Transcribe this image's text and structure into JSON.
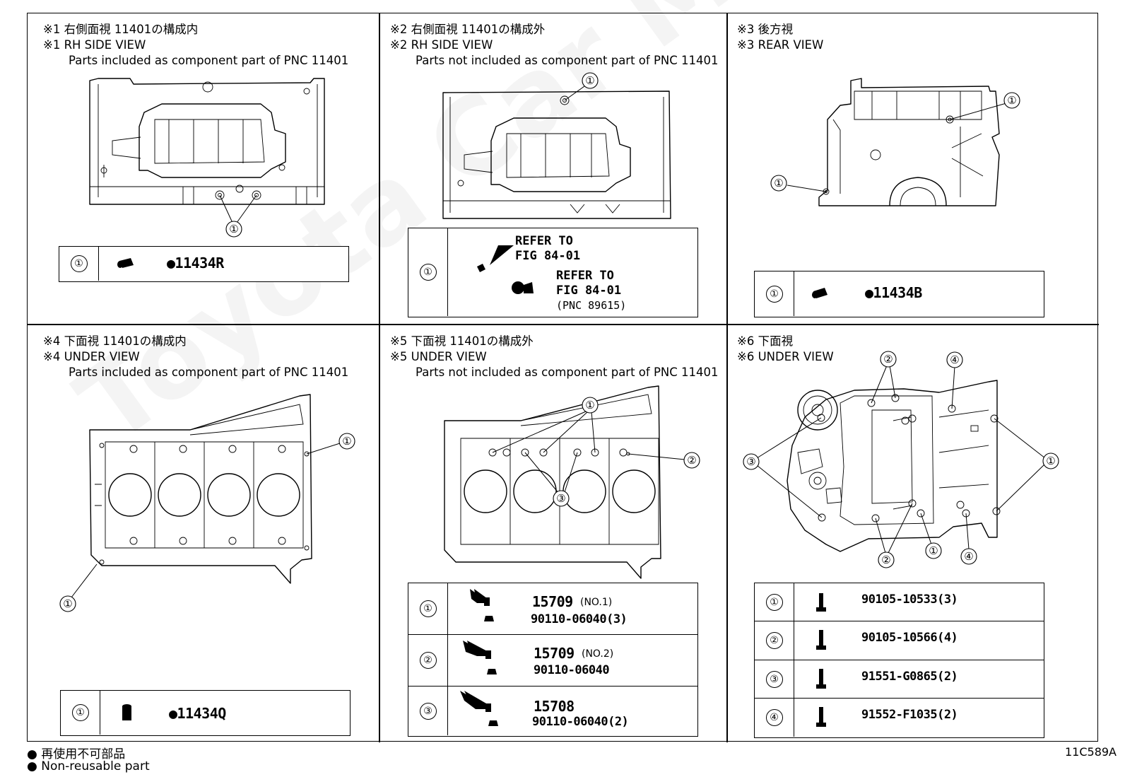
{
  "sections": [
    {
      "ja": "※1 右側面視 11401の構成内",
      "en": "※1 RH SIDE VIEW",
      "note": "Parts included as component part of PNC 11401"
    },
    {
      "ja": "※2 右側面視 11401の構成外",
      "en": "※2 RH SIDE VIEW",
      "note": "Parts not included as component part of PNC 11401"
    },
    {
      "ja": "※3 後方視",
      "en": "※3 REAR VIEW",
      "note": ""
    },
    {
      "ja": "※4 下面視 11401の構成内",
      "en": "※4 UNDER VIEW",
      "note": "Parts included as component part of PNC 11401"
    },
    {
      "ja": "※5 下面視 11401の構成外",
      "en": "※5 UNDER VIEW",
      "note": "Parts not included as component part of PNC 11401"
    },
    {
      "ja": "※6 下面視",
      "en": "※6 UNDER VIEW",
      "note": ""
    }
  ],
  "callouts": {
    "c1": "①",
    "c2": "②",
    "c3": "③",
    "c4": "④"
  },
  "parts": {
    "s1": {
      "p1": "●11434R"
    },
    "s2": {
      "refer1": "REFER TO",
      "fig1": "FIG 84-01",
      "refer2": "REFER TO",
      "fig2": "FIG 84-01",
      "pnc": "(PNC 89615)"
    },
    "s3": {
      "p1": "●11434B"
    },
    "s4": {
      "p1": "●11434Q"
    },
    "s5": {
      "r1_main": "15709",
      "r1_note": "(NO.1)",
      "r1_sub": "90110-06040(3)",
      "r2_main": "15709",
      "r2_note": "(NO.2)",
      "r2_sub": "90110-06040",
      "r3_main": "15708",
      "r3_sub": "90110-06040(2)"
    },
    "s6": {
      "r1": "90105-10533(3)",
      "r2": "90105-10566(4)",
      "r3": "91551-G0865(2)",
      "r4": "91552-F1035(2)"
    }
  },
  "legend": {
    "ja": "● 再使用不可部品",
    "en": "● Non-reusable part"
  },
  "figure_id": "11C589A",
  "watermark": "Toyota Car Minsk"
}
